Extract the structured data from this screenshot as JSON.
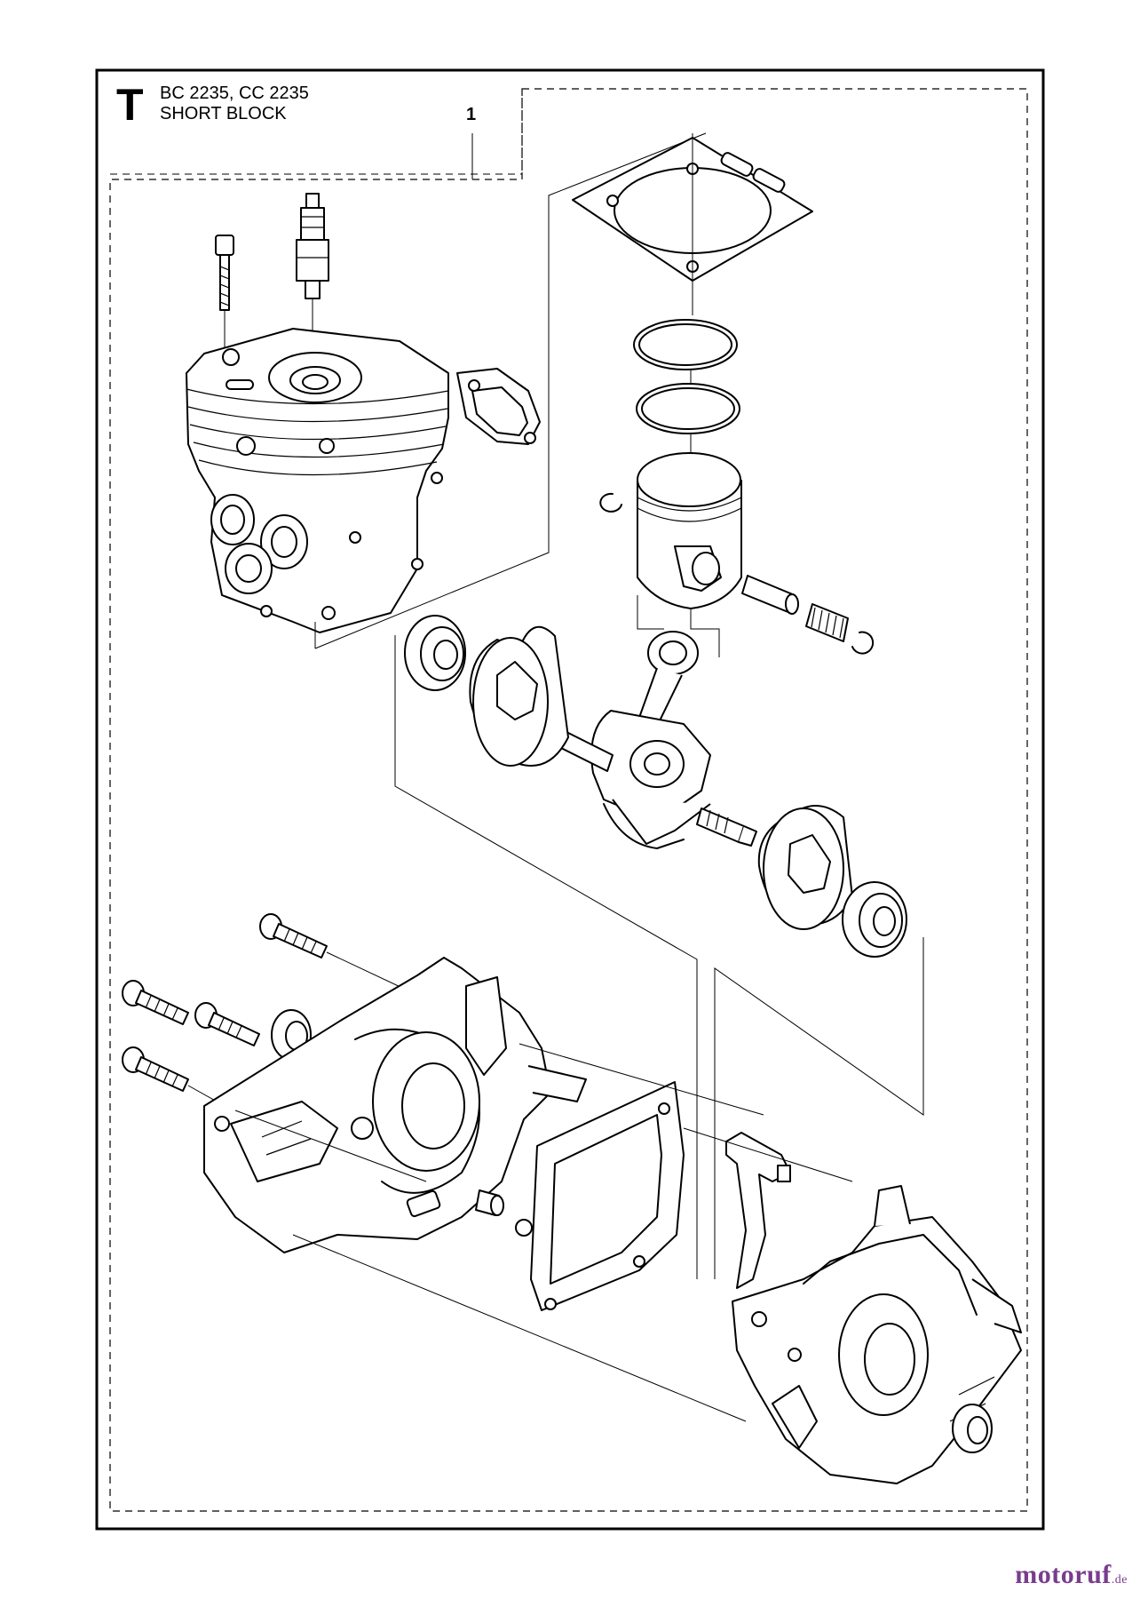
{
  "header": {
    "section_letter": "T",
    "models": "BC 2235, CC 2235",
    "title": "SHORT BLOCK"
  },
  "callout_label": "1",
  "watermark": {
    "brand": "motoruf",
    "domain": ".de",
    "color": "#7a3d8e"
  },
  "icons": [
    "spark-plug-icon",
    "cylinder-icon",
    "piston-icon",
    "crankshaft-icon",
    "crankcase-icon"
  ]
}
